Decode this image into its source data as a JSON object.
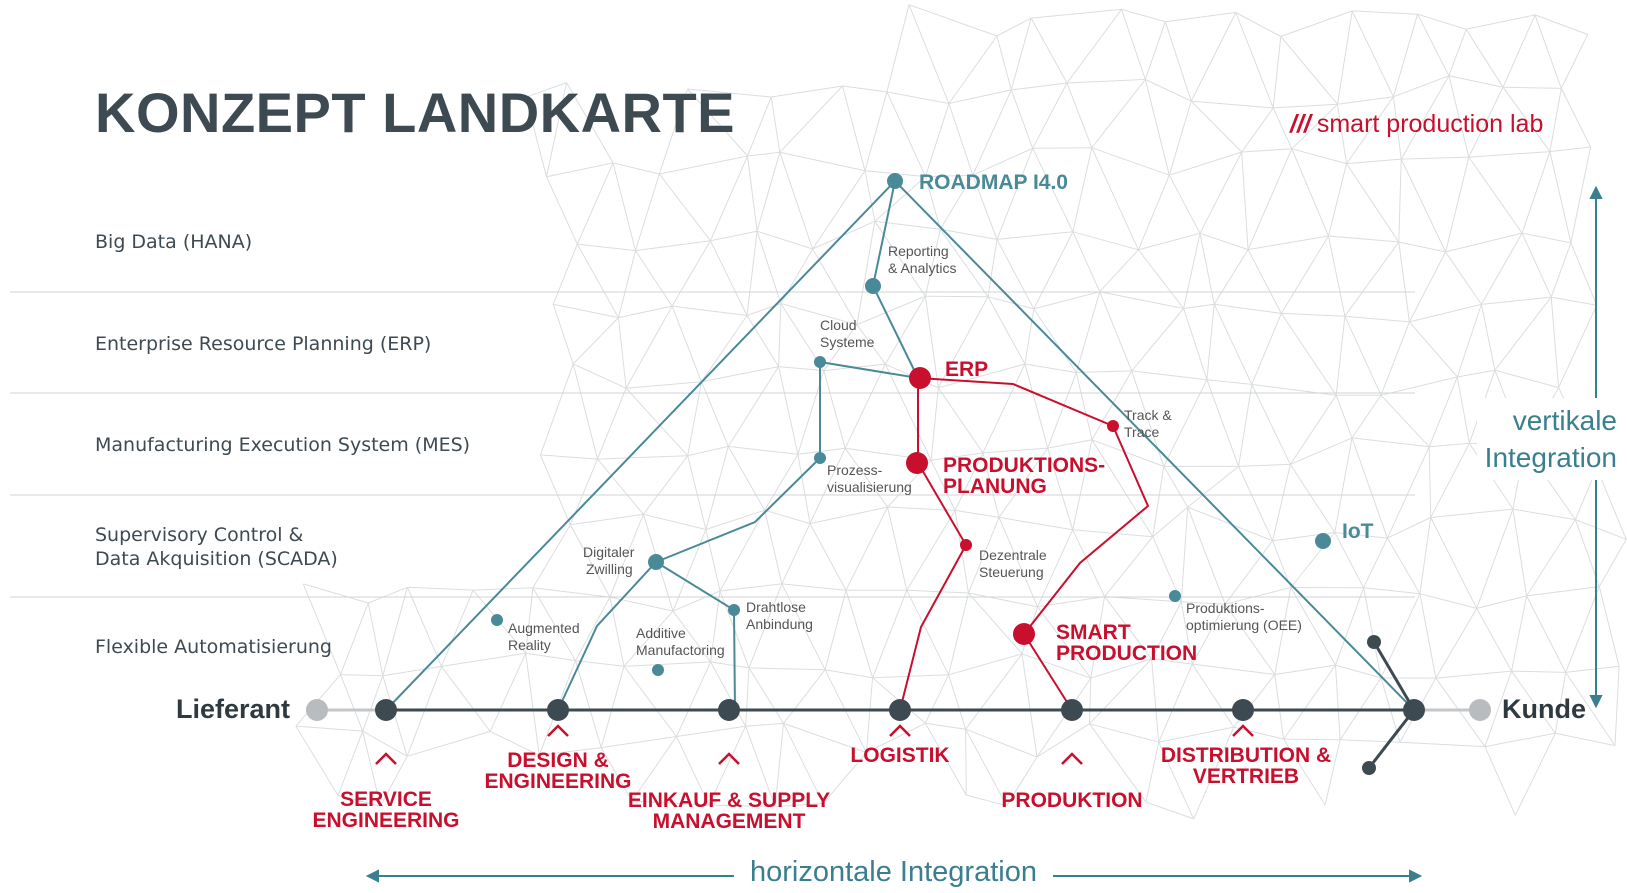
{
  "title": "KONZEPT LANDKARTE",
  "brand": {
    "slashes": "///",
    "name": "smart production lab"
  },
  "layers": [
    {
      "id": "big-data",
      "label": "Big Data (HANA)"
    },
    {
      "id": "erp",
      "label": "Enterprise Resource Planning (ERP)"
    },
    {
      "id": "mes",
      "label": "Manufacturing Execution System (MES)"
    },
    {
      "id": "scada",
      "label_line1": "Supervisory Control &",
      "label_line2": "Data Akquisition (SCADA)"
    },
    {
      "id": "flex",
      "label": "Flexible Automatisierung"
    }
  ],
  "ends": {
    "left": "Lieferant",
    "right": "Kunde"
  },
  "axes": {
    "horizontal": "horizontale Integration",
    "vertical_line1": "vertikale",
    "vertical_line2": "Integration"
  },
  "nodes": {
    "roadmap": "ROADMAP I4.0",
    "reporting_1": "Reporting",
    "reporting_2": "& Analytics",
    "cloud_1": "Cloud",
    "cloud_2": "Systeme",
    "erp": "ERP",
    "track_1": "Track &",
    "track_2": "Trace",
    "produktionsplanung_1": "PRODUKTIONS-",
    "produktionsplanung_2": "PLANUNG",
    "prozess_1": "Prozess-",
    "prozess_2": "visualisierung",
    "dezentrale_1": "Dezentrale",
    "dezentrale_2": "Steuerung",
    "digitaler_1": "Digitaler",
    "digitaler_2": "Zwilling",
    "iot": "IoT",
    "drahtlose_1": "Drahtlose",
    "drahtlose_2": "Anbindung",
    "produktionsopt_1": "Produktions-",
    "produktionsopt_2": "optimierung (OEE)",
    "augmented_1": "Augmented",
    "augmented_2": "Reality",
    "additive_1": "Additive",
    "additive_2": "Manufactoring",
    "smart_1": "SMART",
    "smart_2": "PRODUCTION"
  },
  "categories": {
    "service_1": "SERVICE",
    "service_2": "ENGINEERING",
    "design_1": "DESIGN &",
    "design_2": "ENGINEERING",
    "einkauf_1": "EINKAUF & SUPPLY",
    "einkauf_2": "MANAGEMENT",
    "logistik": "LOGISTIK",
    "produktion": "PRODUKTION",
    "distribution_1": "DISTRIBUTION &",
    "distribution_2": "VERTRIEB"
  },
  "colors": {
    "teal": "#4a8a98",
    "red": "#c8102e",
    "dark": "#3e4a52",
    "grey": "#b8bcbf"
  }
}
